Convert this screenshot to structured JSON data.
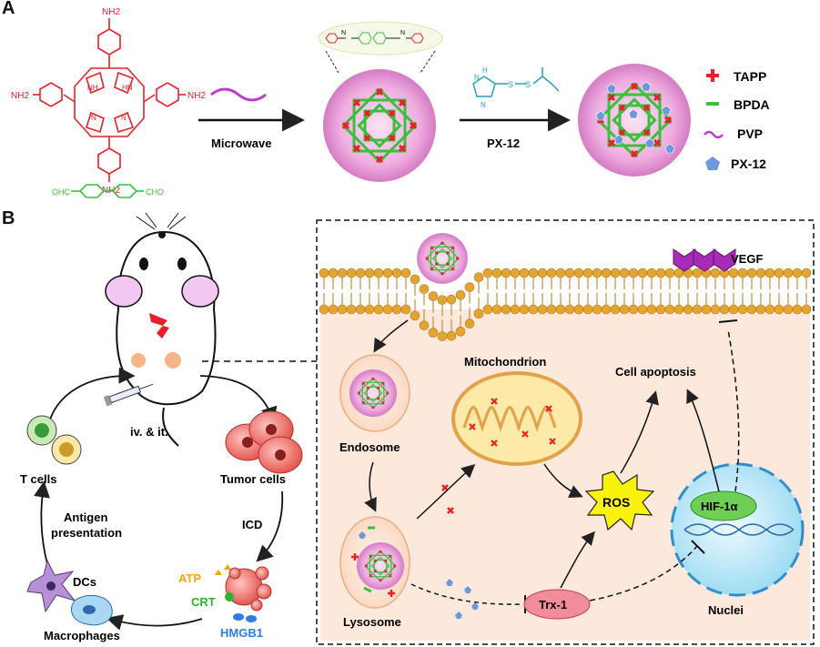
{
  "panel_a": {
    "label": "A",
    "amine_labels": [
      "NH2",
      "NH2",
      "NH2",
      "NH2"
    ],
    "nh_labels": [
      "NH",
      "HN",
      "N",
      "N"
    ],
    "bpda_formula_left": "OHC",
    "bpda_formula_right": "CHO",
    "step1": "Microwave",
    "step2": "PX-12",
    "px12_atoms": [
      "H",
      "N",
      "N",
      "S",
      "S"
    ],
    "legend": [
      {
        "symbol": "plus",
        "color": "#e8202a",
        "label": "TAPP"
      },
      {
        "symbol": "dash",
        "color": "#3dbf3d",
        "label": "BPDA"
      },
      {
        "symbol": "wave",
        "color": "#c13ad0",
        "label": "PVP"
      },
      {
        "symbol": "pentagon",
        "color": "#6f97de",
        "label": "PX-12"
      }
    ],
    "imine_atoms": [
      "N",
      "N"
    ]
  },
  "panel_b": {
    "label": "B",
    "route": "iv. & it.",
    "t_cells": "T cells",
    "tumor_cells": "Tumor cells",
    "antigen_presentation": [
      "Antigen",
      "presentation"
    ],
    "icd": "ICD",
    "dcs": "DCs",
    "macrophages": "Macrophages",
    "atp": "ATP",
    "crt": "CRT",
    "hmgb1": "HMGB1",
    "vegf": "VEGF",
    "endosome": "Endosome",
    "lysosome": "Lysosome",
    "mitochondrion": "Mitochondrion",
    "ros": "ROS",
    "cell_apoptosis": "Cell apoptosis",
    "hif": "HIF-1α",
    "trx": "Trx-1",
    "nuclei": "Nuclei"
  },
  "colors": {
    "tapp_red": "#e8202a",
    "bpda_green": "#3dbf3d",
    "pvp_purple": "#c13ad0",
    "px12_blue": "#6f97de",
    "atp_yellow": "#f0a800",
    "crt_green": "#2db52d",
    "hmgb1_blue": "#2f7de0",
    "membrane_orange": "#e3a531",
    "cytoplasm_peach": "#fde8dc"
  }
}
